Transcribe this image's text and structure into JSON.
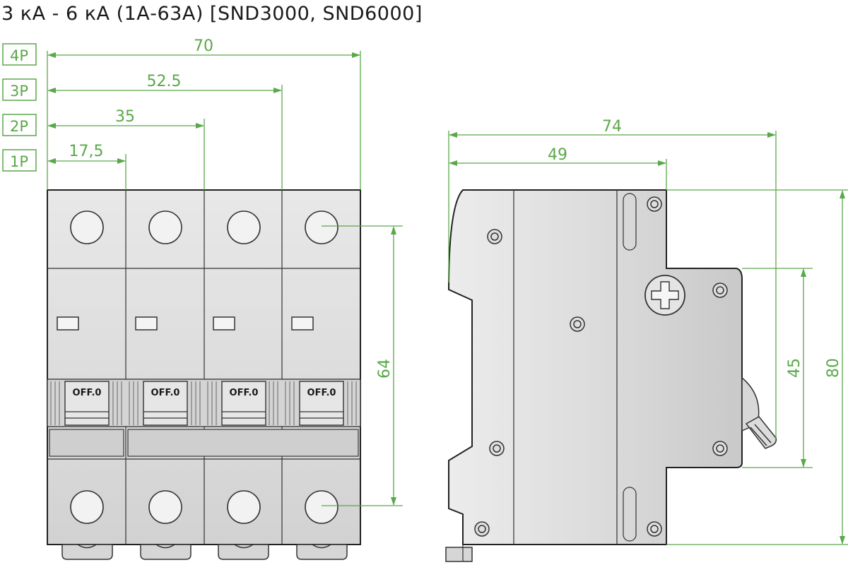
{
  "title": "3 кА - 6 кА (1А-63А) [SND3000, SND6000]",
  "colors": {
    "dimension": "#5aa84a",
    "outline": "#222222",
    "body": "#e2e2e2"
  },
  "pole_options": [
    "4P",
    "3P",
    "2P",
    "1P"
  ],
  "front_view": {
    "width_dimensions": [
      "70",
      "52.5",
      "35",
      "17,5"
    ],
    "terminal_spacing_dimension": "64",
    "switch_labels": [
      "OFF.0",
      "OFF.0",
      "OFF.0",
      "OFF.0"
    ]
  },
  "side_view": {
    "depth_dimensions": [
      "74",
      "49"
    ],
    "height_dimensions": [
      "45",
      "80"
    ]
  }
}
